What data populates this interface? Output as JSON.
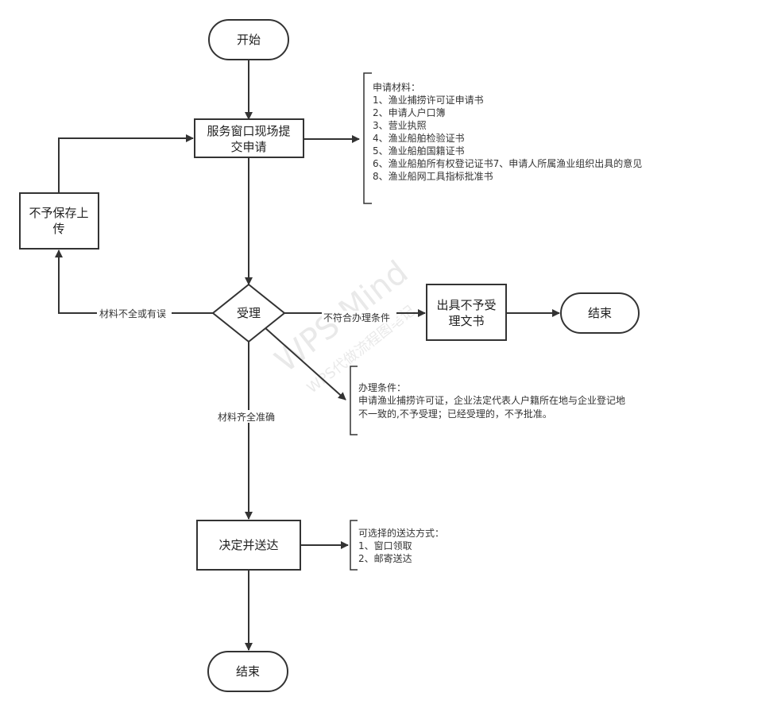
{
  "nodes": {
    "start": "开始",
    "submit": [
      "服务窗口现场提",
      "交申请"
    ],
    "not_saved": [
      "不予保存上",
      "传"
    ],
    "accept": "受理",
    "reject_doc": [
      "出具不予受",
      "理文书"
    ],
    "end_right": "结束",
    "decide": "决定并送达",
    "end_bottom": "结束"
  },
  "edge_labels": {
    "incomplete": "材料不全或有误",
    "not_qualified": "不符合办理条件",
    "complete": "材料齐全准确"
  },
  "notes": {
    "materials": [
      "申请材料：",
      "1、渔业捕捞许可证申请书",
      "2、申请人户口簿",
      "3、营业执照",
      "4、渔业船舶检验证书",
      "5、渔业船舶国籍证书",
      "6、渔业船舶所有权登记证书7、申请人所属渔业组织出具的意见",
      "8、渔业船网工具指标批准书"
    ],
    "conditions": [
      "办理条件：",
      "申请渔业捕捞许可证，企业法定代表人户籍所在地与企业登记地",
      "不一致的,不予受理；已经受理的，不予批准。"
    ],
    "delivery": [
      "可选择的送达方式：",
      "1、窗口领取",
      "2、邮寄送达"
    ]
  },
  "watermark": {
    "main": "WPS Mind",
    "sub": "WPS代做流程图笔记"
  }
}
